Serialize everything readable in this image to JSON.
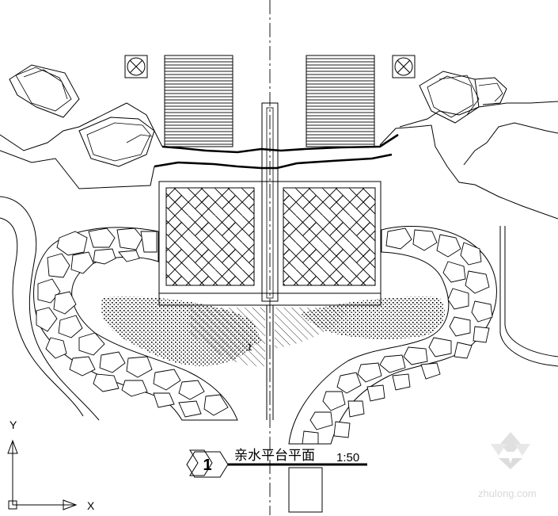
{
  "drawing": {
    "title": "亲水平台平面",
    "scale": "1:50",
    "detail_number": "1",
    "section_mark": "1"
  },
  "ucs": {
    "x_label": "X",
    "y_label": "Y"
  },
  "watermark": {
    "text": "zhulong.com"
  },
  "colors": {
    "line": "#000000",
    "background": "#ffffff",
    "watermark": "#b9b9b9"
  }
}
